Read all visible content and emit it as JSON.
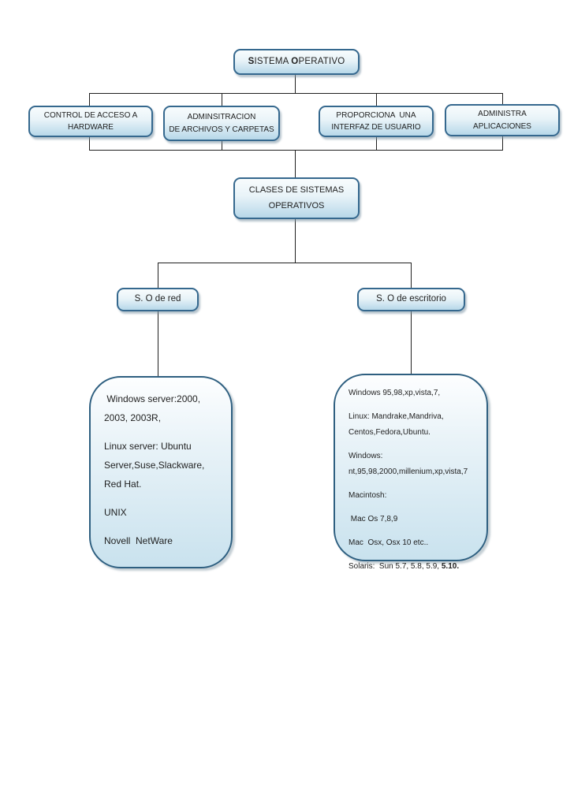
{
  "colors": {
    "background": "#ffffff",
    "node_border": "#35688e",
    "node_fill_bottom": "#b7d8e9",
    "bigbox_border": "#2e5f80",
    "bigbox_fill_bottom": "#c9e2ee",
    "connector": "#1f1f1f",
    "text": "#1f1f1f"
  },
  "root_node": {
    "bold1": "S",
    "rest1": "ISTEMA ",
    "bold2": "O",
    "rest2": "PERATIVO"
  },
  "function_nodes": [
    {
      "lines": [
        "CONTROL DE ACCESO A",
        "HARDWARE"
      ]
    },
    {
      "lines": [
        "ADMINSITRACION",
        "DE ARCHIVOS Y CARPETAS"
      ]
    },
    {
      "lines": [
        "PROPORCIONA  UNA",
        "INTERFAZ DE USUARIO"
      ]
    },
    {
      "lines": [
        "ADMINISTRA",
        "APLICACIONES"
      ]
    }
  ],
  "classes_node": {
    "lines": [
      "CLASES DE SISTEMAS",
      "OPERATIVOS"
    ]
  },
  "category_nodes": {
    "network": {
      "label": "S. O de red"
    },
    "desktop": {
      "label": "S. O de escritorio"
    }
  },
  "network_examples": {
    "paragraphs": [
      " Windows server:2000, 2003, 2003R,",
      "Linux server: Ubuntu Server,Suse,Slackware, Red Hat.",
      "UNIX",
      "Novell  NetWare"
    ]
  },
  "desktop_examples": {
    "paragraphs": [
      "Windows 95,98,xp,vista,7,",
      "Linux: Mandrake,Mandriva, Centos,Fedora,Ubuntu.",
      "Windows: nt,95,98,2000,millenium,xp,vista,7",
      "Macintosh:",
      " Mac Os 7,8,9",
      "Mac  Osx, Osx 10 etc.."
    ],
    "solaris_prefix": "Solaris:  Sun 5.7, 5.8, 5.9, ",
    "solaris_bold": "5.10."
  }
}
